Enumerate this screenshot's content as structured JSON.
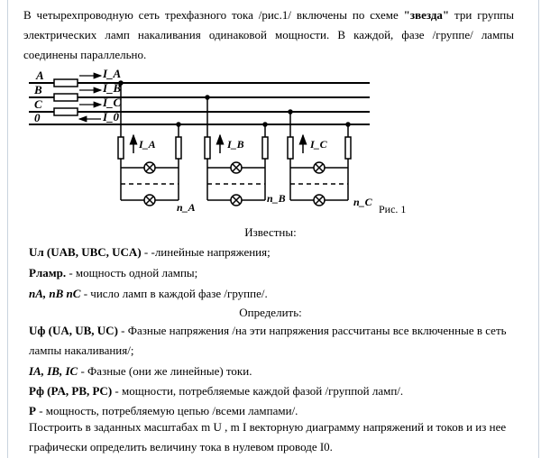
{
  "intro": {
    "part1": "В четырехпроводную сеть трехфазного тока /рис.1/ включены по схеме ",
    "scheme": "\"звезда\"",
    "part2": " три группы электрических ламп накаливания одинаковой мощности. В каждой, фазе /группе/ лампы соединены параллельно."
  },
  "figure": {
    "wires": [
      "A",
      "B",
      "C",
      "0"
    ],
    "currents": [
      "I_A",
      "I_B",
      "I_C",
      "I_0"
    ],
    "group_currents": [
      "I_A",
      "I_B",
      "I_C"
    ],
    "lamp_counts": [
      "n_A",
      "n_B",
      "n_C"
    ],
    "caption": "Рис. 1"
  },
  "given": {
    "heading": "Известны:",
    "line_voltage_sym": "Uл (UAB, UBC, UCA)",
    "line_voltage_text": " - -линейные напряжения;",
    "lamp_power_sym": "Pламр.",
    "lamp_power_text": "   - мощность одной лампы;",
    "lamp_count_sym": "nA, nB nC",
    "lamp_count_text": "  - число ламп в каждой фазе /группе/."
  },
  "find": {
    "heading": "Определить:",
    "phase_voltage_sym": "Uф (UA, UB, UC)",
    "phase_voltage_text": " - Фазные напряжения /на эти напряжения рассчитаны все включенные в сеть лампы накаливания/;",
    "phase_current_sym": "IA, IB, IC",
    "phase_current_text": " - Фазные (они же линейные) токи.",
    "phase_power_sym": "Pф (PA, PB, PC)",
    "phase_power_text": " - мощности, потребляемые каждой фазой /группой ламп/.",
    "total_power_sym": "P",
    "total_power_text": "  - мощность, потребляемую цепью /всеми лампами/.",
    "task_text": "Построить в заданных масштабах  m U ,  m I векторную диаграмму напряжений и токов и из нее графически определить величину тока в нулевом проводе I0."
  }
}
